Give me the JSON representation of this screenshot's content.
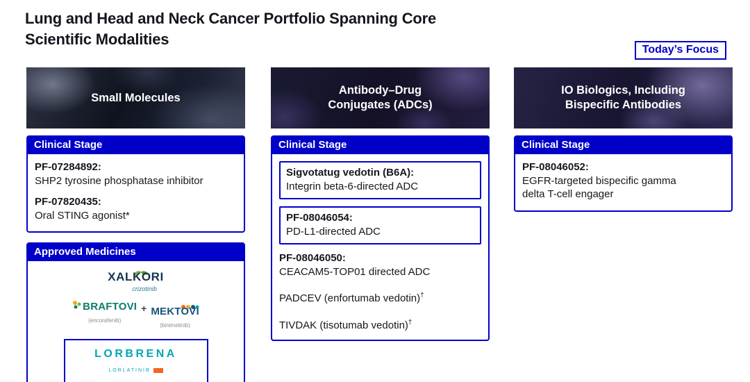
{
  "page": {
    "title_line1": "Lung and Head and Neck Cancer Portfolio Spanning Core",
    "title_line2": "Scientific Modalities",
    "focus_badge": "Today’s Focus"
  },
  "colors": {
    "accent_blue": "#0000C9",
    "banner_navy": "#181530",
    "text_dark": "#17171f"
  },
  "columns": {
    "small_molecules": {
      "banner": "Small Molecules",
      "clinical": {
        "header": "Clinical Stage",
        "items": [
          {
            "name": "PF-07284892:",
            "desc": "SHP2 tyrosine phosphatase inhibitor"
          },
          {
            "name": "PF-07820435:",
            "desc": "Oral STING agonist*"
          }
        ]
      },
      "approved": {
        "header": "Approved Medicines",
        "logos": {
          "xalkori": {
            "brand": "XALKORI",
            "generic": "crizotinib"
          },
          "braftovi": {
            "brand": "BRAFTOVI",
            "generic": "(encorafenib)"
          },
          "plus": "+",
          "mektovi": {
            "brand": "MEKTOVI",
            "generic": "(binimetinib)"
          },
          "lorbrena": {
            "brand": "LORBRENA",
            "generic": "LORLATINIB"
          }
        }
      }
    },
    "adcs": {
      "banner_line1": "Antibody–Drug",
      "banner_line2": "Conjugates (ADCs)",
      "clinical": {
        "header": "Clinical Stage",
        "highlighted": [
          {
            "name": "Sigvotatug vedotin (B6A):",
            "desc": "Integrin beta-6-directed ADC"
          },
          {
            "name": "PF-08046054:",
            "desc": "PD-L1-directed ADC"
          }
        ],
        "items": [
          {
            "name": "PF-08046050:",
            "desc": "CEACAM5-TOP01 directed ADC"
          }
        ],
        "approved_items": [
          {
            "text": "PADCEV (enfortumab vedotin)",
            "sup": "†"
          },
          {
            "text": "TIVDAK (tisotumab vedotin)",
            "sup": "†"
          }
        ]
      }
    },
    "io_biologics": {
      "banner_line1": "IO Biologics, Including",
      "banner_line2": "Bispecific Antibodies",
      "clinical": {
        "header": "Clinical Stage",
        "items": [
          {
            "name": "PF-08046052:",
            "desc": "EGFR-targeted bispecific gamma delta T-cell engager"
          }
        ]
      }
    }
  }
}
